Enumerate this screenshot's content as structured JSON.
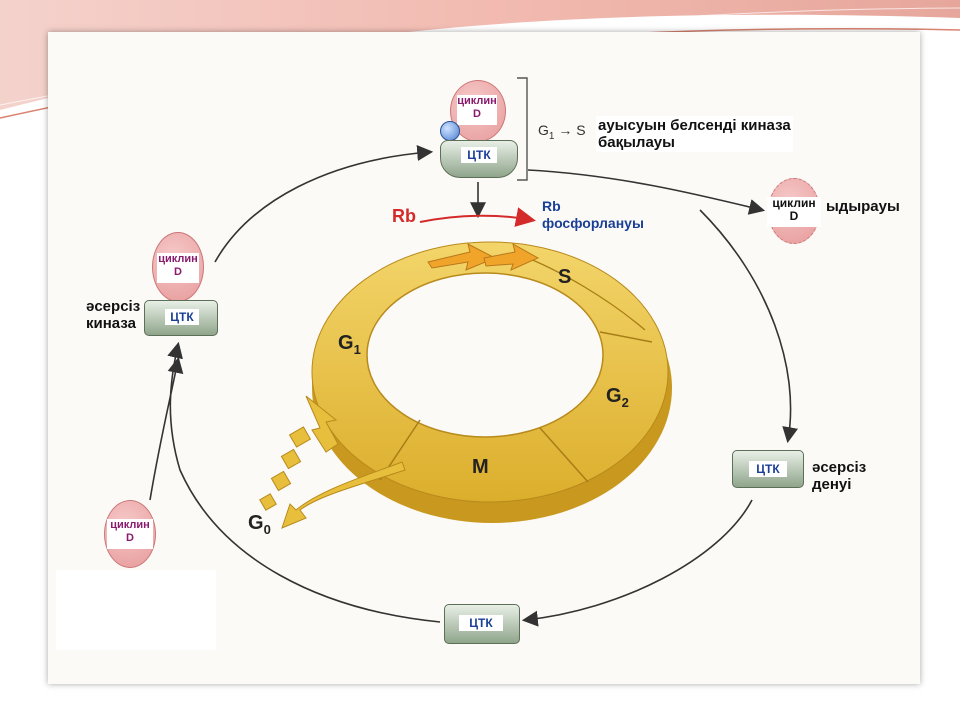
{
  "diagram": {
    "cyclin_label": "циклин",
    "cyclin_sub": "D",
    "cdk_label": "ЦТК",
    "top_note_line1": "ауысуын белсенді киназа",
    "top_note_line2": "бақылауы",
    "transition_g1": "G",
    "transition_g1_sub": "1",
    "transition_arrow": "→",
    "transition_s": "S",
    "degradation": "ыдырауы",
    "inactive_kinase_line1": "әсерсіз",
    "inactive_kinase_line2": "киназа",
    "inactive_body_line1": "әсерсіз",
    "inactive_body_line2": "денуі",
    "rb": "Rb",
    "rb_phos_line1": "Rb",
    "rb_phos_line2": "фосфорлануы",
    "phase_g1": "G",
    "phase_g1_sub": "1",
    "phase_s": "S",
    "phase_g2": "G",
    "phase_g2_sub": "2",
    "phase_m": "M",
    "phase_g0": "G",
    "phase_g0_sub": "0"
  },
  "colors": {
    "ring": "#e8bf3c",
    "ring_dark": "#c9981f",
    "cyclin": "#e79a9a",
    "cdk": "#8fa58b",
    "rb_red": "#d42a2a",
    "rb_blue": "#1a3f96",
    "arrow": "#333333"
  }
}
